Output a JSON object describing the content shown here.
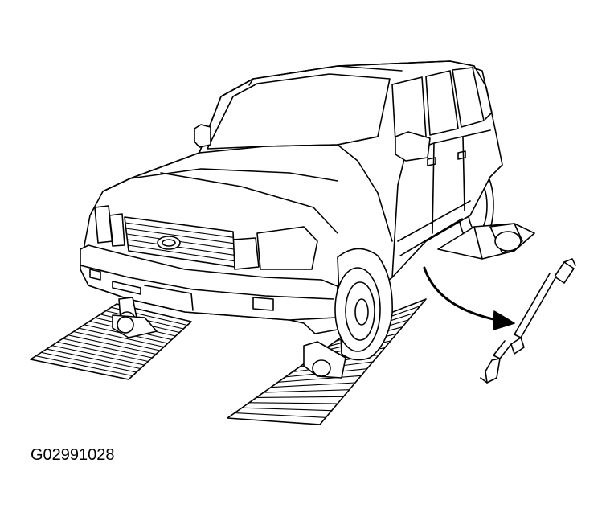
{
  "figure": {
    "code": "G02991028",
    "colors": {
      "ink": "#000000",
      "paper": "#ffffff"
    },
    "elements": {
      "vehicle": "suv",
      "front_ramps": "wheel-ramps",
      "rear_support": "jack-stand",
      "arrow": "removal-arrow",
      "part": "propeller-shaft"
    }
  }
}
